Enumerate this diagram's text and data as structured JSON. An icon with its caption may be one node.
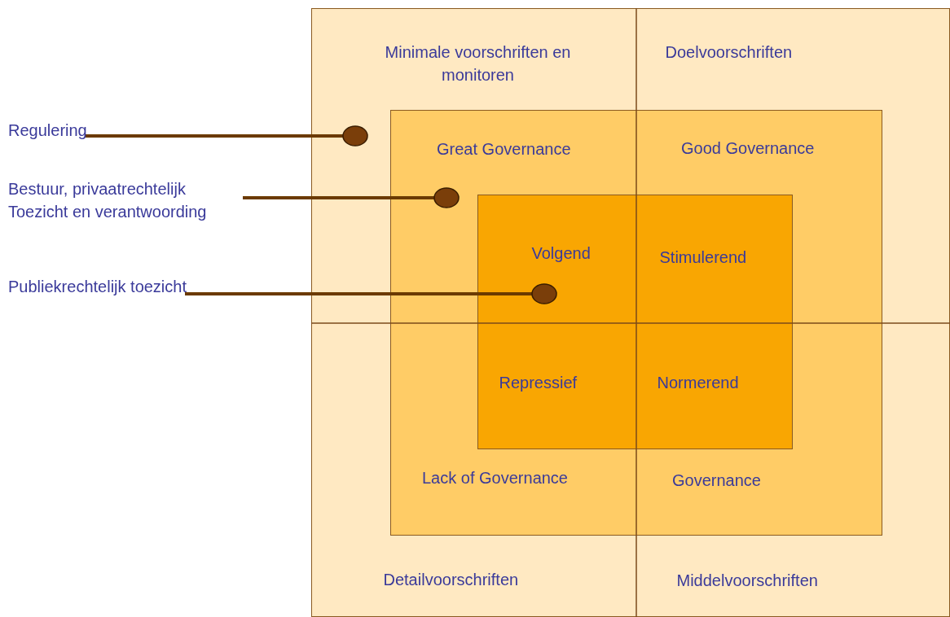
{
  "diagram": {
    "nodes": [
      {
        "text": [
          "Minimale voorschriften en monitoren",
          "Doelvoorschriften",
          "Detailvoorschriften",
          "Middelvoorschriften"
        ]
      },
      {
        "text": [
          "Great Governance",
          "Good Governance",
          "Lack of Governance",
          "Governance"
        ],
        "in": 0
      },
      {
        "text": [
          "Volgend",
          "Stimulerend",
          "Repressief",
          "Normerend"
        ],
        "in": 1
      },
      {
        "text": [
          "Regulering"
        ]
      },
      {
        "text": [
          "Bestuur, privaatrechtelijk Toezicht en verantwoording"
        ]
      },
      {
        "text": [
          "Publiekrechtelijk toezicht"
        ]
      }
    ],
    "edges": [
      {
        "from": 3,
        "to": 0,
        "arrow": "other"
      },
      {
        "from": 4,
        "to": 1,
        "arrow": "other"
      },
      {
        "from": 5,
        "to": 2,
        "arrow": "other"
      }
    ]
  }
}
